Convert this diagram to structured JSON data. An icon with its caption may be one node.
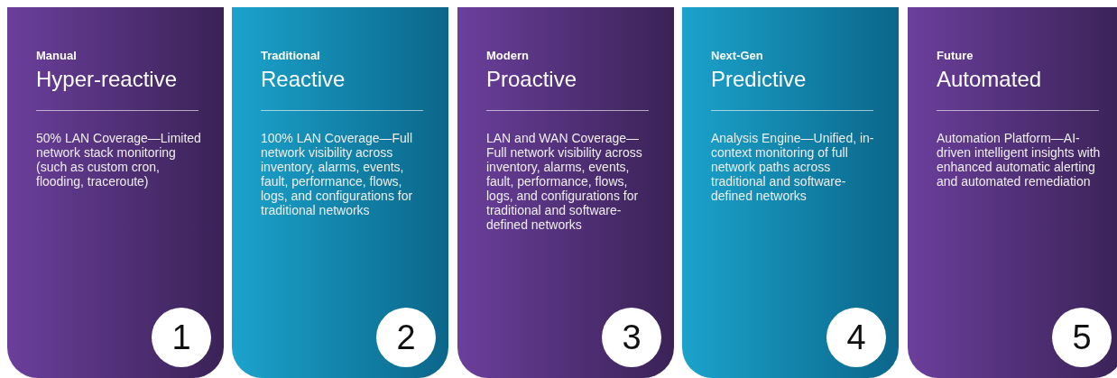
{
  "diagram": {
    "nodes": [
      {
        "text": [
          "Manual",
          "Hyper-reactive",
          "50% LAN Coverage—Limited network stack monitoring (such as custom cron, flooding, traceroute)"
        ]
      },
      {
        "text": [
          "1"
        ],
        "in": 0
      },
      {
        "text": [
          "Traditional",
          "Reactive",
          "100% LAN Coverage—Full network visibility across inventory, alarms, events, fault, performance, flows, logs, and configurations for traditional networks"
        ]
      },
      {
        "text": [
          "2"
        ],
        "in": 2
      },
      {
        "text": [
          "Modern",
          "Proactive",
          "LAN and WAN Coverage—Full network visibility across inventory, alarms, events, fault, performance, flows, logs, and configurations for traditional and software-defined networks"
        ]
      },
      {
        "text": [
          "3"
        ],
        "in": 4
      },
      {
        "text": [
          "Next-Gen",
          "Predictive",
          "Analysis Engine—Unified, in-context monitoring of full network paths across traditional and software-defined networks"
        ]
      },
      {
        "text": [
          "4"
        ],
        "in": 6
      },
      {
        "text": [
          "Future",
          "Automated",
          "Automation Platform—AI-driven intelligent insights with enhanced automatic alerting and automated remediation"
        ]
      },
      {
        "text": [
          "5"
        ],
        "in": 8
      }
    ]
  }
}
